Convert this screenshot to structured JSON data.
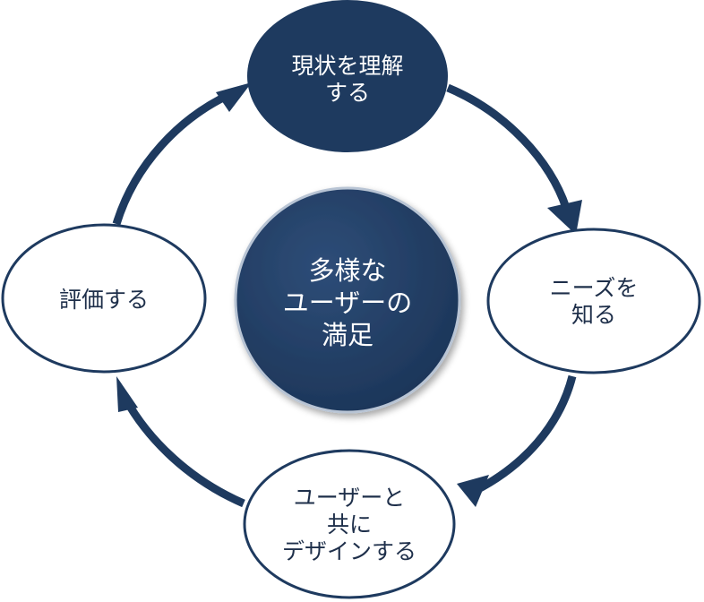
{
  "diagram": {
    "colors": {
      "navy": "#1e3a5f",
      "center_fill": "#243f66",
      "outline": "#1e3a5f",
      "dark_text": "#1e2f4a",
      "light_text": "#ffffff"
    },
    "center": {
      "line1": "多様な",
      "line2": "ユーザーの",
      "line3": "満足"
    },
    "nodes": {
      "top": {
        "line1": "現状を理解",
        "line2": "する"
      },
      "right": {
        "line1": "ニーズを",
        "line2": "知る"
      },
      "bottom": {
        "line1": "ユーザーと",
        "line2": "共に",
        "line3": "デザインする"
      },
      "left": {
        "line1": "評価する"
      }
    },
    "cycle_order": [
      "現状を理解する",
      "ニーズを知る",
      "ユーザーと共にデザインする",
      "評価する"
    ]
  }
}
